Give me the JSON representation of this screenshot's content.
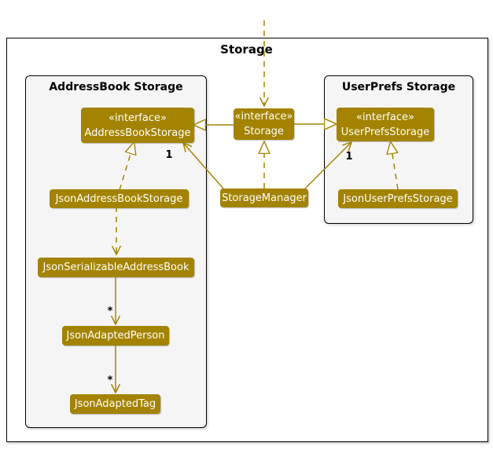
{
  "frame": {
    "title": "Storage"
  },
  "groups": {
    "addressbook": {
      "title": "AddressBook Storage"
    },
    "userprefs": {
      "title": "UserPrefs Storage"
    }
  },
  "nodes": {
    "storage": {
      "stereotype": "«interface»",
      "name": "Storage"
    },
    "address_book_storage": {
      "stereotype": "«interface»",
      "name": "AddressBookStorage"
    },
    "user_prefs_storage": {
      "stereotype": "«interface»",
      "name": "UserPrefsStorage"
    },
    "storage_manager": {
      "name": "StorageManager"
    },
    "json_address_book_storage": {
      "name": "JsonAddressBookStorage"
    },
    "json_user_prefs_storage": {
      "name": "JsonUserPrefsStorage"
    },
    "json_serializable_address_book": {
      "name": "JsonSerializableAddressBook"
    },
    "json_adapted_person": {
      "name": "JsonAdaptedPerson"
    },
    "json_adapted_tag": {
      "name": "JsonAdaptedTag"
    }
  },
  "edge_labels": {
    "manager_to_addressbook_multiplicity": "1",
    "manager_to_userprefs_multiplicity": "1",
    "serializable_to_person_multiplicity": "*",
    "person_to_tag_multiplicity": "*"
  },
  "colors": {
    "node_fill": "#A38300",
    "edge": "#A38300",
    "node_text": "#FFFFFF",
    "group_fill": "#F5F5F5",
    "frame_border": "#000000",
    "label_text": "#000000"
  }
}
